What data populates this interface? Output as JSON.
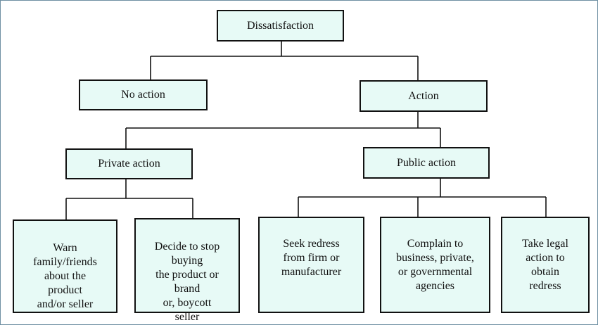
{
  "diagram": {
    "root": "Dissatisfaction",
    "level1": {
      "no_action": "No action",
      "action": "Action"
    },
    "level2": {
      "private_action": "Private action",
      "public_action": "Public action"
    },
    "private_outcomes": {
      "warn": "Warn\nfamily/friends\nabout the\nproduct\nand/or seller",
      "boycott": "Decide to stop\nbuying\nthe product or\nbrand\nor, boycott\nseller"
    },
    "public_outcomes": {
      "seek_redress": "Seek redress\nfrom firm or\nmanufacturer",
      "complain": "Complain to\nbusiness, private,\nor governmental\nagencies",
      "legal": "Take legal\naction to\nobtain\nredress"
    }
  },
  "colors": {
    "box_fill": "#e7faf6",
    "border": "#111111",
    "frame": "#6f8fa3"
  }
}
